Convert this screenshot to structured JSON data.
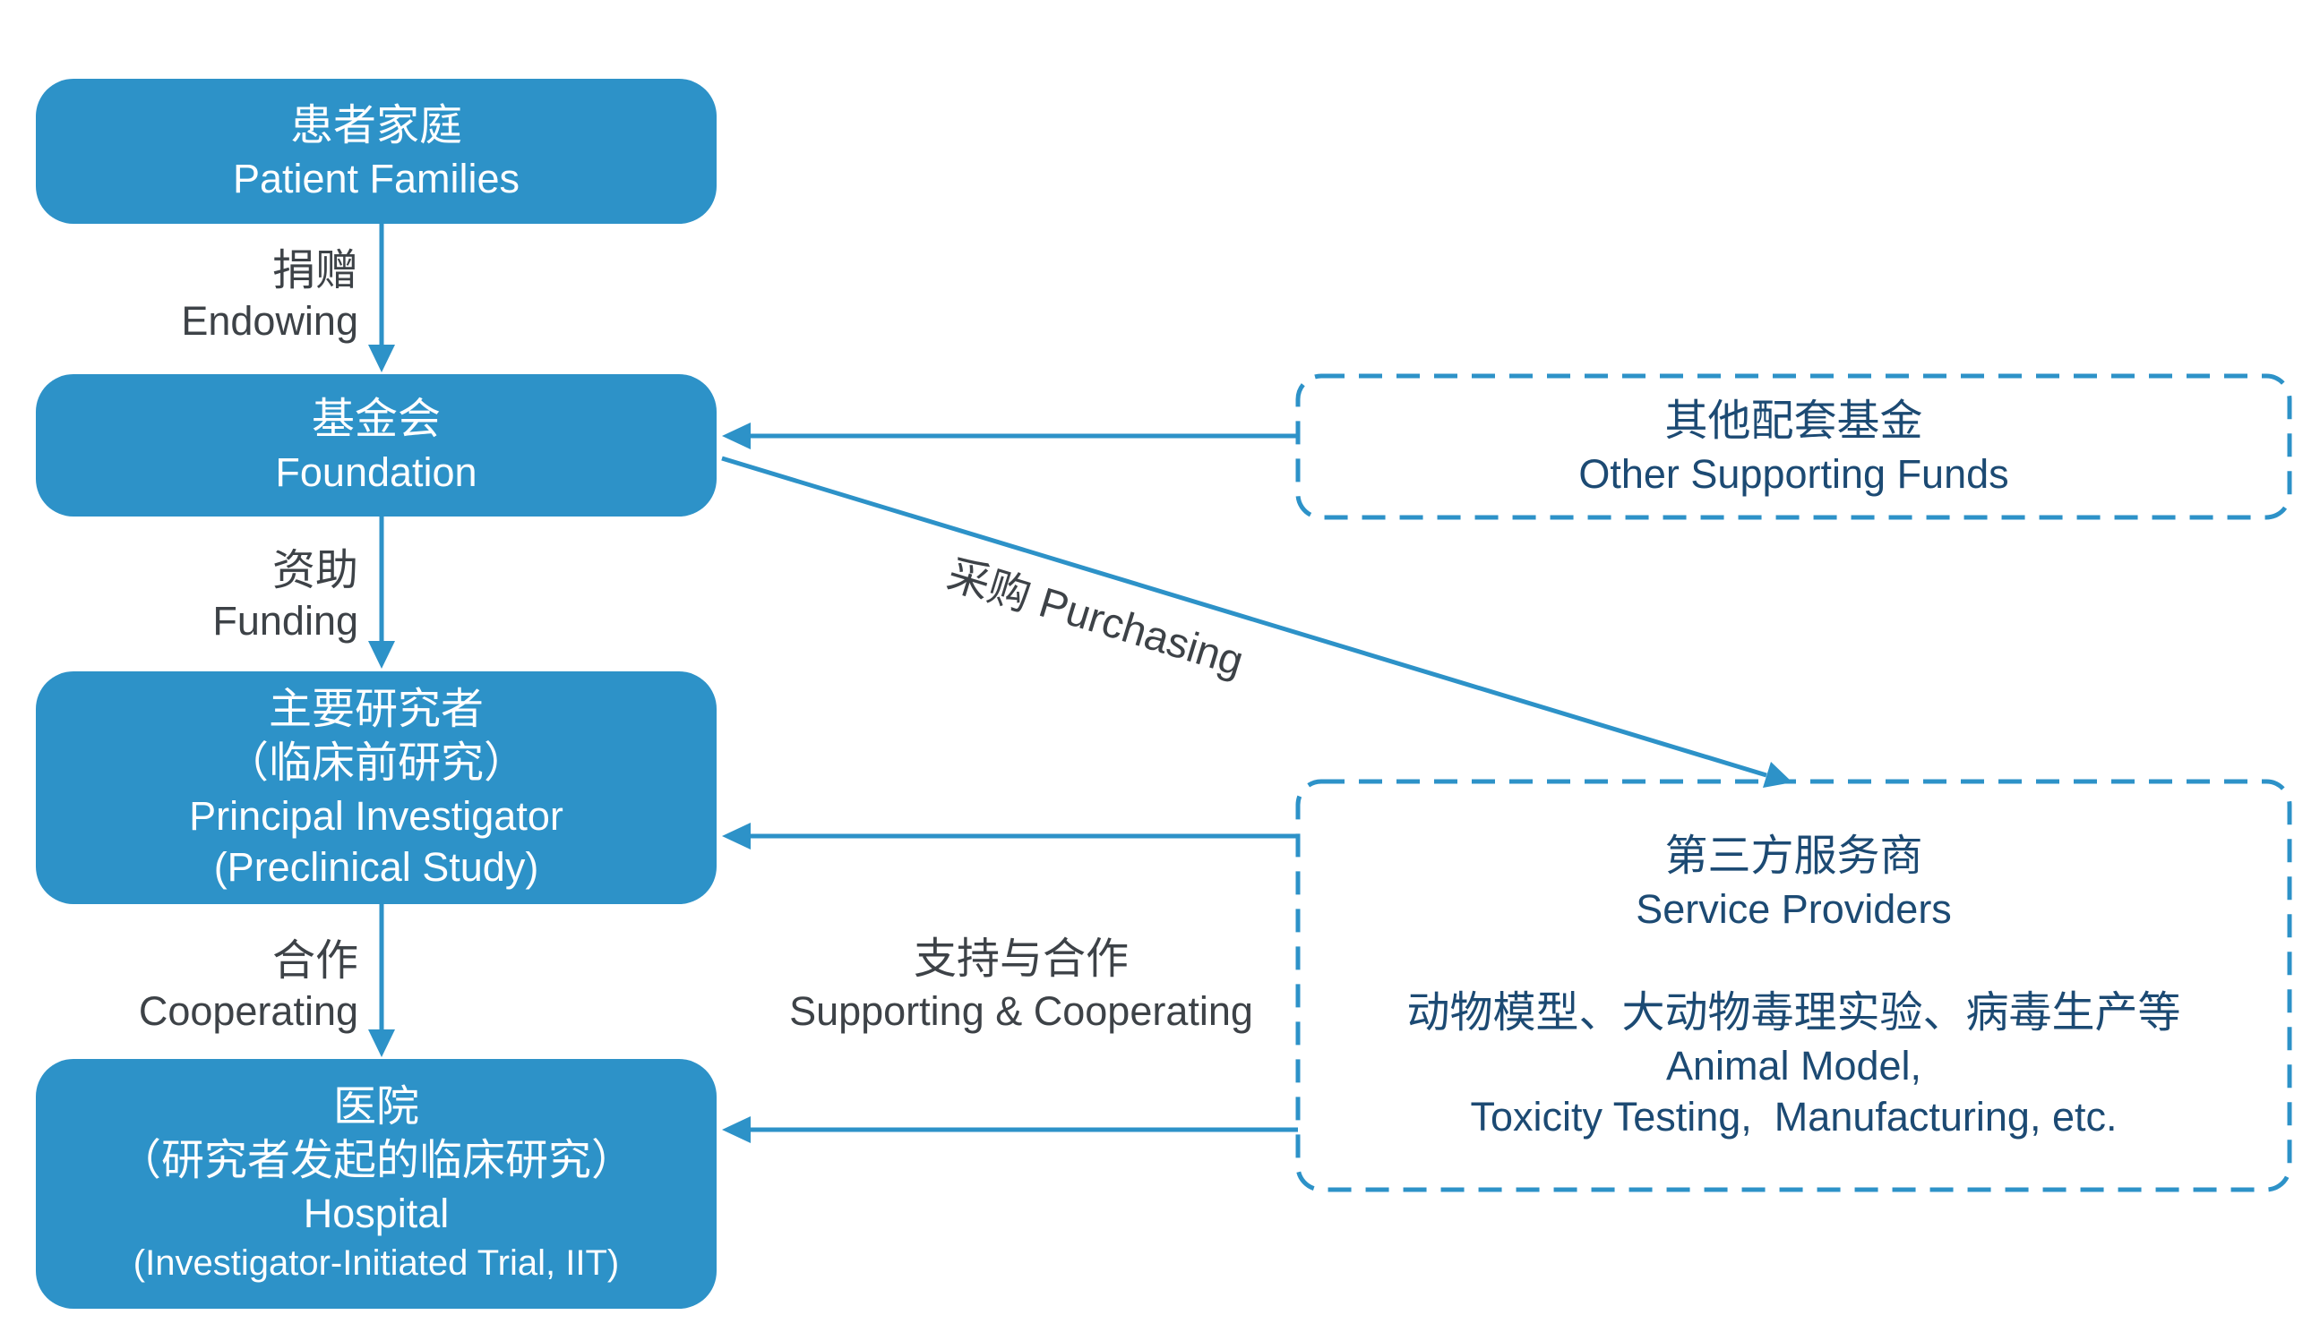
{
  "colors": {
    "blue": "#2D92C8",
    "navy": "#1C4A73",
    "gray": "#3D4247",
    "white": "#FFFFFF"
  },
  "nodes": {
    "patient_families": {
      "zh": "患者家庭",
      "en": "Patient Families"
    },
    "foundation": {
      "zh": "基金会",
      "en": "Foundation"
    },
    "principal_investigator": {
      "zh1": "主要研究者",
      "zh2": "（临床前研究）",
      "en1": "Principal Investigator",
      "en2": "(Preclinical Study)"
    },
    "hospital": {
      "zh1": "医院",
      "zh2": "（研究者发起的临床研究）",
      "en1": "Hospital",
      "en2": "(Investigator-Initiated Trial, IIT)"
    },
    "other_supporting_funds": {
      "zh": "其他配套基金",
      "en": "Other Supporting Funds"
    },
    "service_providers": {
      "zh": "第三方服务商",
      "en": "Service Providers",
      "detail_zh": "动物模型、大动物毒理实验、病毒生产等",
      "detail_en1": "Animal Model,",
      "detail_en2": "Toxicity Testing,  Manufacturing, etc."
    }
  },
  "edges": {
    "endowing": {
      "zh": "捐赠",
      "en": "Endowing"
    },
    "funding": {
      "zh": "资助",
      "en": "Funding"
    },
    "cooperating": {
      "zh": "合作",
      "en": "Cooperating"
    },
    "purchasing": {
      "label": "采购 Purchasing"
    },
    "supporting": {
      "zh": "支持与合作",
      "en": "Supporting & Cooperating"
    }
  }
}
